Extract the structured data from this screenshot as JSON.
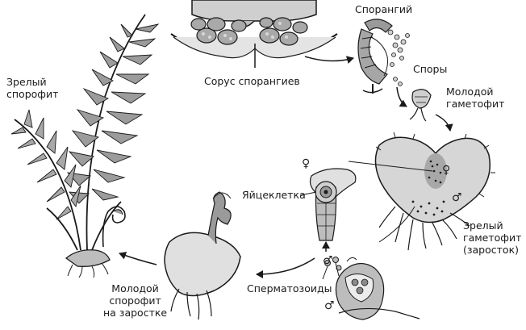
{
  "labels": {
    "sorus": "Сорус спорангиев",
    "sporangium": "Спорангий",
    "spores": "Споры",
    "young_gametophyte": "Молодой\nгаметофит",
    "mature_sporophyte": "Зрелый\nспорофит",
    "egg_cell": "Яйцеклетка",
    "mature_gametophyte": "Зрелый\nгаметофит\n(заросток)",
    "sperm": "Сперматозоиды",
    "young_sporophyte": "Молодой\nспорофит\nна заростке"
  },
  "symbols": {
    "female": "♀",
    "male": "♂"
  },
  "colors": {
    "stroke": "#1a1a1a",
    "fill_light": "#d9d9d9",
    "fill_mid": "#bdbdbd",
    "fill_dark": "#8f8f8f",
    "background": "#ffffff"
  }
}
